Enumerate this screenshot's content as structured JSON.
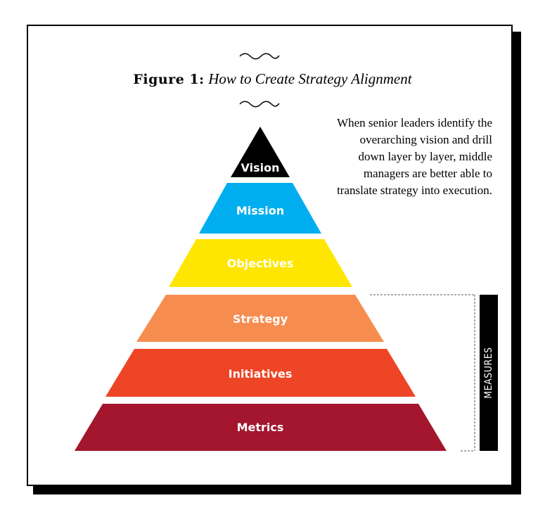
{
  "figure": {
    "title_prefix": "Figure 1:",
    "title_text": "How to Create Strategy Alignment",
    "description": "When senior leaders identify the overarching vision and drill down layer by layer, middle managers are better able to translate strategy into execution."
  },
  "pyramid": {
    "tiers": [
      {
        "label": "Vision",
        "color": "#000000"
      },
      {
        "label": "Mission",
        "color": "#00aeef"
      },
      {
        "label": "Objectives",
        "color": "#ffe600"
      },
      {
        "label": "Strategy",
        "color": "#f68d4f"
      },
      {
        "label": "Initiatives",
        "color": "#ee4526"
      },
      {
        "label": "Metrics",
        "color": "#a3162d"
      }
    ]
  },
  "measures": {
    "label": "MEASURES",
    "color": "#000000"
  }
}
